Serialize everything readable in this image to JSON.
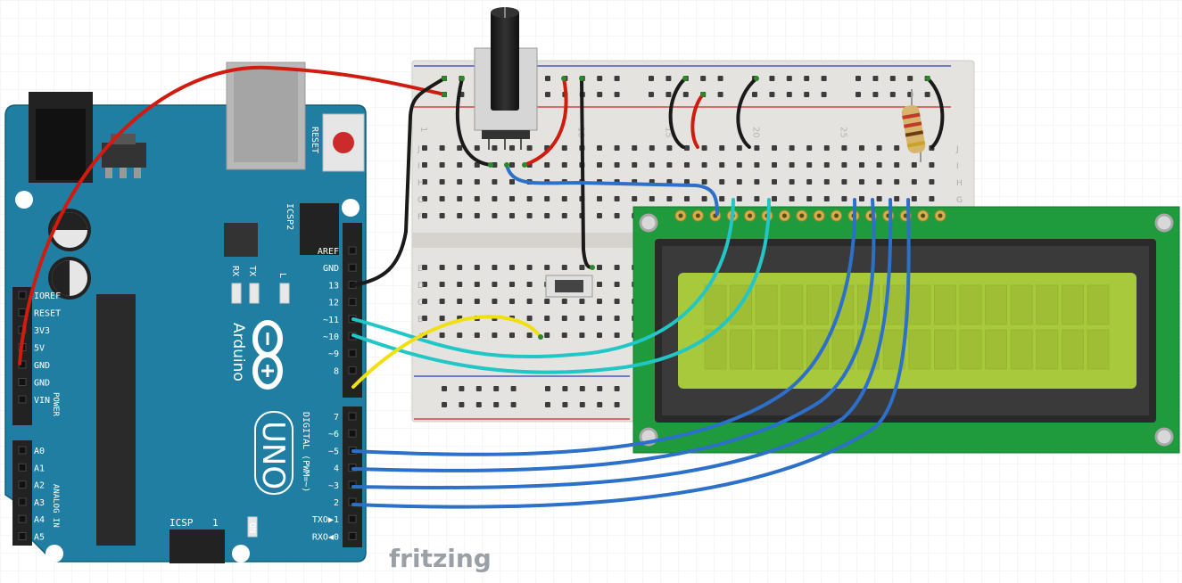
{
  "app": {
    "watermark": "fritzing"
  },
  "arduino": {
    "brand": "Arduino",
    "model": "UNO",
    "reset_label": "RESET",
    "icsp2_label": "ICSP2",
    "icsp_label": "ICSP",
    "icsp_pin1": "1",
    "tx_label": "TX",
    "rx_label": "RX",
    "l_label": "L",
    "on_label": "ON",
    "digital_section": "DIGITAL (PWM=~)",
    "power_section": "POWER",
    "analog_section": "ANALOG IN",
    "header_top": [
      "AREF",
      "GND",
      "13",
      "12",
      "~11",
      "~10",
      "~9",
      "8"
    ],
    "header_bottom": [
      "7",
      "~6",
      "~5",
      "4",
      "~3",
      "2",
      "TXO▶1",
      "RXO◀0"
    ],
    "power_pins": [
      "IOREF",
      "RESET",
      "3V3",
      "5V",
      "GND",
      "GND",
      "VIN"
    ],
    "analog_pins": [
      "A0",
      "A1",
      "A2",
      "A3",
      "A4",
      "A5"
    ]
  },
  "breadboard": {
    "row_letters_top": [
      "J",
      "I",
      "H",
      "G",
      "F"
    ],
    "row_letters_bottom": [
      "E",
      "D",
      "C",
      "B",
      "A"
    ],
    "column_numbers": [
      "1",
      "5",
      "10",
      "15",
      "20",
      "25"
    ]
  },
  "colors": {
    "board_teal": "#1f7ea1",
    "board_dark": "#0f5f7e",
    "pcb_green": "#1f9a3c",
    "lcd_screen": "#a8c93b",
    "wire_red": "#d01b0e",
    "wire_black": "#1a1a1a",
    "wire_blue": "#2c70c9",
    "wire_cyan": "#22c6c6",
    "wire_yellow": "#f0e010"
  }
}
